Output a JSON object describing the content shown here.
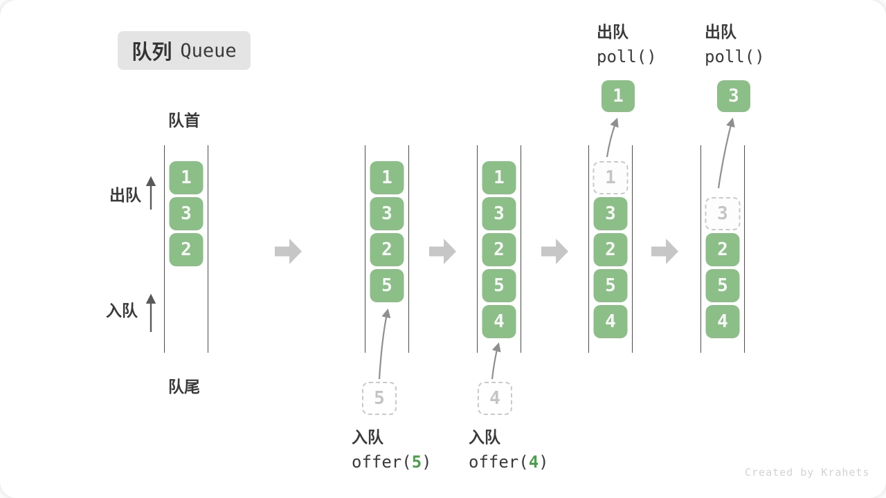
{
  "title": {
    "zh": "队列",
    "en": "Queue"
  },
  "labels": {
    "front": "队首",
    "rear": "队尾",
    "dequeue_side": "出队",
    "enqueue_side": "入队"
  },
  "queues": [
    {
      "slots": [
        {
          "v": "1",
          "style": "solid"
        },
        {
          "v": "3",
          "style": "solid"
        },
        {
          "v": "2",
          "style": "solid"
        }
      ]
    },
    {
      "slots": [
        {
          "v": "1",
          "style": "solid"
        },
        {
          "v": "3",
          "style": "solid"
        },
        {
          "v": "2",
          "style": "solid"
        },
        {
          "v": "5",
          "style": "solid"
        }
      ]
    },
    {
      "slots": [
        {
          "v": "1",
          "style": "solid"
        },
        {
          "v": "3",
          "style": "solid"
        },
        {
          "v": "2",
          "style": "solid"
        },
        {
          "v": "5",
          "style": "solid"
        },
        {
          "v": "4",
          "style": "solid"
        }
      ]
    },
    {
      "slots": [
        {
          "v": "1",
          "style": "dashed"
        },
        {
          "v": "3",
          "style": "solid"
        },
        {
          "v": "2",
          "style": "solid"
        },
        {
          "v": "5",
          "style": "solid"
        },
        {
          "v": "4",
          "style": "solid"
        }
      ]
    },
    {
      "slots": [
        {
          "v": "3",
          "style": "dashed"
        },
        {
          "v": "2",
          "style": "solid"
        },
        {
          "v": "5",
          "style": "solid"
        },
        {
          "v": "4",
          "style": "solid"
        }
      ]
    }
  ],
  "operations": {
    "enqueue5": {
      "label": "入队",
      "code_prefix": "offer(",
      "arg": "5",
      "code_suffix": ")",
      "pending_value": "5"
    },
    "enqueue4": {
      "label": "入队",
      "code_prefix": "offer(",
      "arg": "4",
      "code_suffix": ")",
      "pending_value": "4"
    },
    "poll1": {
      "label": "出队",
      "code": "poll()",
      "removed_value": "1"
    },
    "poll3": {
      "label": "出队",
      "code": "poll()",
      "removed_value": "3"
    }
  },
  "watermark": "Created by Krahets",
  "colors": {
    "element_green": "#8cbf88",
    "code_arg_green": "#4ca04c",
    "text_dark": "#3a3a3a",
    "dashed_border": "#c9c9c9",
    "thin_arrow": "#8f8f8f",
    "block_arrow": "#c6c6c6",
    "badge_bg": "#e4e4e4",
    "watermark_gray": "#d2d2d2"
  }
}
